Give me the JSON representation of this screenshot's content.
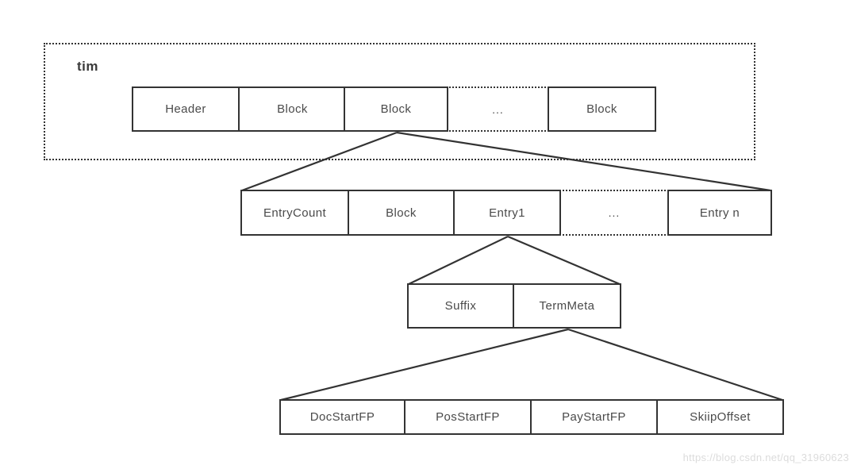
{
  "diagram": {
    "title": "tim",
    "row1": {
      "cells": [
        "Header",
        "Block",
        "Block",
        "...",
        "Block"
      ]
    },
    "row2": {
      "cells": [
        "EntryCount",
        "Block",
        "Entry1",
        "...",
        "Entry n"
      ]
    },
    "row3": {
      "cells": [
        "Suffix",
        "TermMeta"
      ]
    },
    "row4": {
      "cells": [
        "DocStartFP",
        "PosStartFP",
        "PayStartFP",
        "SkiipOffset"
      ]
    },
    "watermark": "https://blog.csdn.net/qq_31960623",
    "colors": {
      "border": "#333333",
      "text": "#4a4a4a",
      "watermark": "#dcdcdc",
      "background": "#ffffff"
    }
  }
}
